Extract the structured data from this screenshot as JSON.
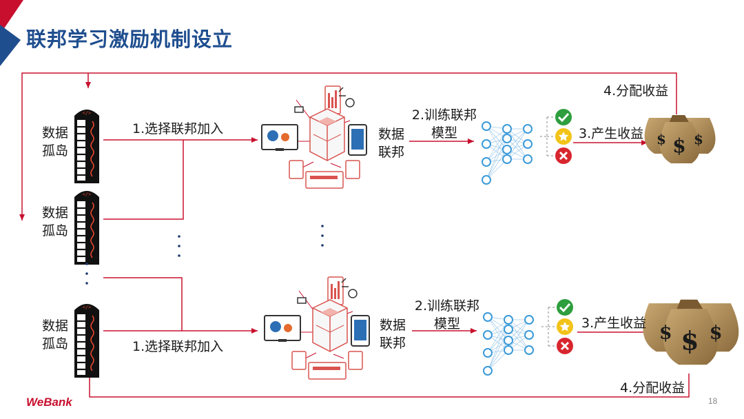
{
  "title": "联邦学习激励机制设立",
  "labels": {
    "island_1": "数据\n孤岛",
    "island_2": "数据\n孤岛",
    "island_3": "数据\n孤岛",
    "join_top": "1.选择联邦加入",
    "join_bottom": "1.选择联邦加入",
    "federation_top": "数据\n联邦",
    "federation_bottom": "数据\n联邦",
    "train_top": "2.训练联邦\n模型",
    "train_bottom": "2.训练联邦\n模型",
    "profit_top": "3.产生收益",
    "profit_bottom": "3.产生收益",
    "distribute_top": "4.分配收益",
    "distribute_bottom": "4.分配收益"
  },
  "icons": {
    "server": "server-tower-icon",
    "federation": "data-federation-cluster-icon",
    "network": "neural-network-icon",
    "check": "check-circle-icon",
    "star": "star-circle-icon",
    "cross": "cross-circle-icon",
    "money": "money-bags-icon",
    "code": "</>"
  },
  "colors": {
    "accent": "#c8102e",
    "title": "#1f4e8f",
    "network": "#3a9ad9",
    "check": "#2e9e3e",
    "star": "#f2c318",
    "cross": "#d8262f"
  },
  "footer": {
    "logo": "WeBank",
    "page": "18"
  }
}
